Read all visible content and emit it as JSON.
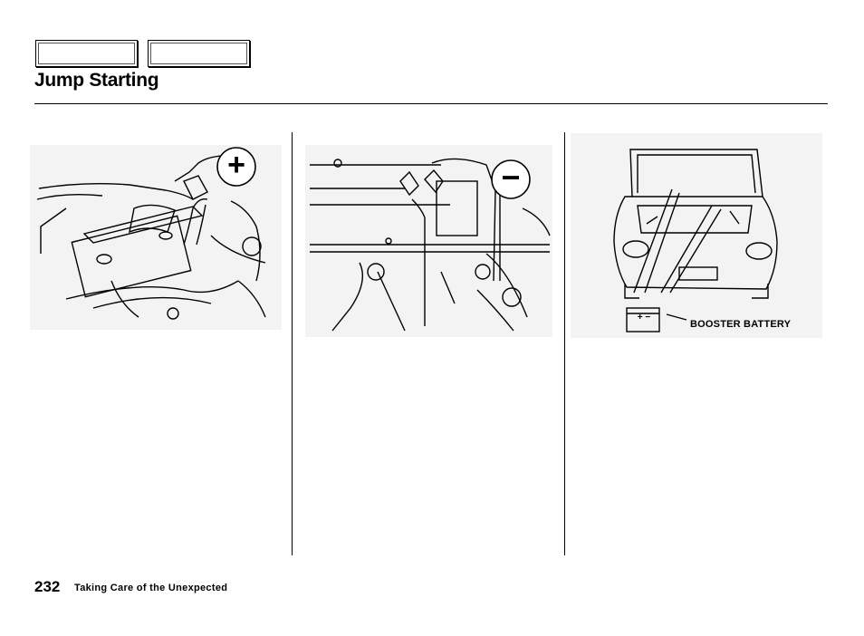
{
  "nav": {
    "prev_label": "",
    "next_label": ""
  },
  "page": {
    "title": "Jump Starting",
    "number": "232",
    "section": "Taking Care of the Unexpected"
  },
  "figures": {
    "positive": {
      "symbol": "+"
    },
    "negative": {
      "symbol": "−"
    },
    "booster": {
      "label": "BOOSTER  BATTERY",
      "terminals": "+  −"
    }
  }
}
